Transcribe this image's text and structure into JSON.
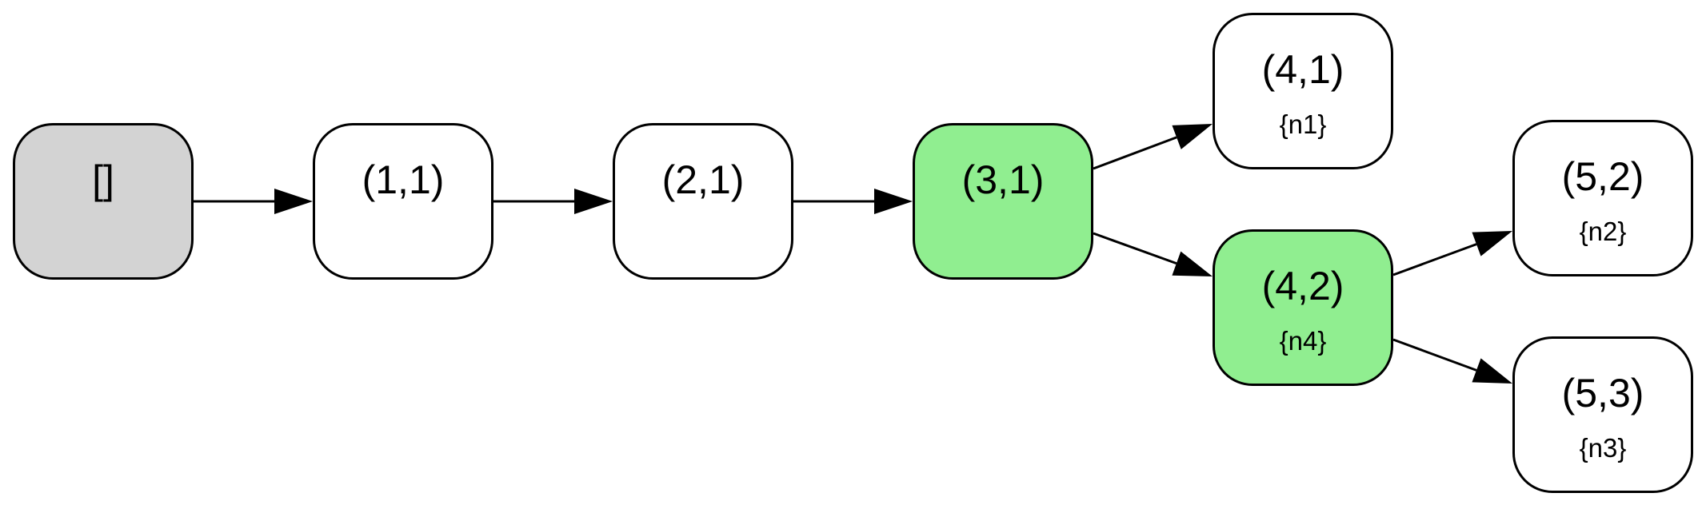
{
  "colors": {
    "root_fill": "#d3d3d3",
    "default_fill": "#ffffff",
    "highlight_fill": "#90ee90",
    "stroke": "#000000"
  },
  "nodes": [
    {
      "id": "root",
      "label": "[]",
      "sub": "",
      "fill": "root"
    },
    {
      "id": "n11",
      "label": "(1,1)",
      "sub": "",
      "fill": "default"
    },
    {
      "id": "n21",
      "label": "(2,1)",
      "sub": "",
      "fill": "default"
    },
    {
      "id": "n31",
      "label": "(3,1)",
      "sub": "",
      "fill": "highlight"
    },
    {
      "id": "n41",
      "label": "(4,1)",
      "sub": "{n1}",
      "fill": "default"
    },
    {
      "id": "n42",
      "label": "(4,2)",
      "sub": "{n4}",
      "fill": "highlight"
    },
    {
      "id": "n52",
      "label": "(5,2)",
      "sub": "{n2}",
      "fill": "default"
    },
    {
      "id": "n53",
      "label": "(5,3)",
      "sub": "{n3}",
      "fill": "default"
    }
  ],
  "edges": [
    {
      "from": "root",
      "to": "n11"
    },
    {
      "from": "n11",
      "to": "n21"
    },
    {
      "from": "n21",
      "to": "n31"
    },
    {
      "from": "n31",
      "to": "n41"
    },
    {
      "from": "n31",
      "to": "n42"
    },
    {
      "from": "n42",
      "to": "n52"
    },
    {
      "from": "n42",
      "to": "n53"
    }
  ]
}
